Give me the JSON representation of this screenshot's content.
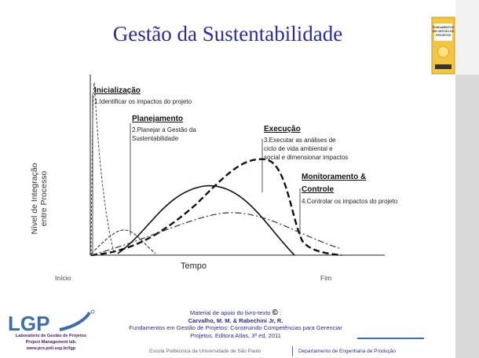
{
  "slide": {
    "title": "Gestão da Sustentabilidade"
  },
  "book_cover": {
    "text": "FUNDAMENTOS EM GESTÃO DE PROJETOS",
    "color": "#f4c542"
  },
  "diagram": {
    "ylabel_line1": "Nível de Integração",
    "ylabel_line2": "entre Processo",
    "xlabel": "Tempo",
    "x_start": "Início",
    "x_end": "Fim",
    "phases": [
      {
        "title": "Inicialização",
        "text": "1.Identificar os impactos do projeto"
      },
      {
        "title": "Planejamento",
        "text_line1": "2.Planejar a Gestão da",
        "text_line2": "Sustentabilidade"
      },
      {
        "title": "Execução",
        "text_line1": "3.Executar as análises de",
        "text_line2": "ciclo de vida ambiental e",
        "text_line3": "social e dimensionar impactos"
      },
      {
        "title_line1": "Monitoramento &",
        "title_line2": "Controle",
        "text": "4.Controlar os impactos do projeto"
      }
    ]
  },
  "logo": {
    "mark": "LGP",
    "line1": "Laboratório de Gestão de Projetos",
    "line2": "Project Management lab.",
    "line3": "www.pro.poli.usp.br/lgp",
    "color": "#3a6db3"
  },
  "footer": {
    "line1": "Material de apoio do livro-texto",
    "line1_suffix": ":",
    "authors": "Carvalho, M. M. & Rabechini Jr, R.",
    "line3": "Fundamentos em Gestão de Projetos: Construindo Competências para Gerenciar",
    "line4": "Projetos. Editora Atlas, 3ª ed, 2011",
    "school": "Escola Politécnica da Universidade de São Paulo",
    "department": "Departamento de Engenharia de Produção"
  },
  "colors": {
    "title": "#2a2aa8",
    "accent": "#3a6db3"
  }
}
